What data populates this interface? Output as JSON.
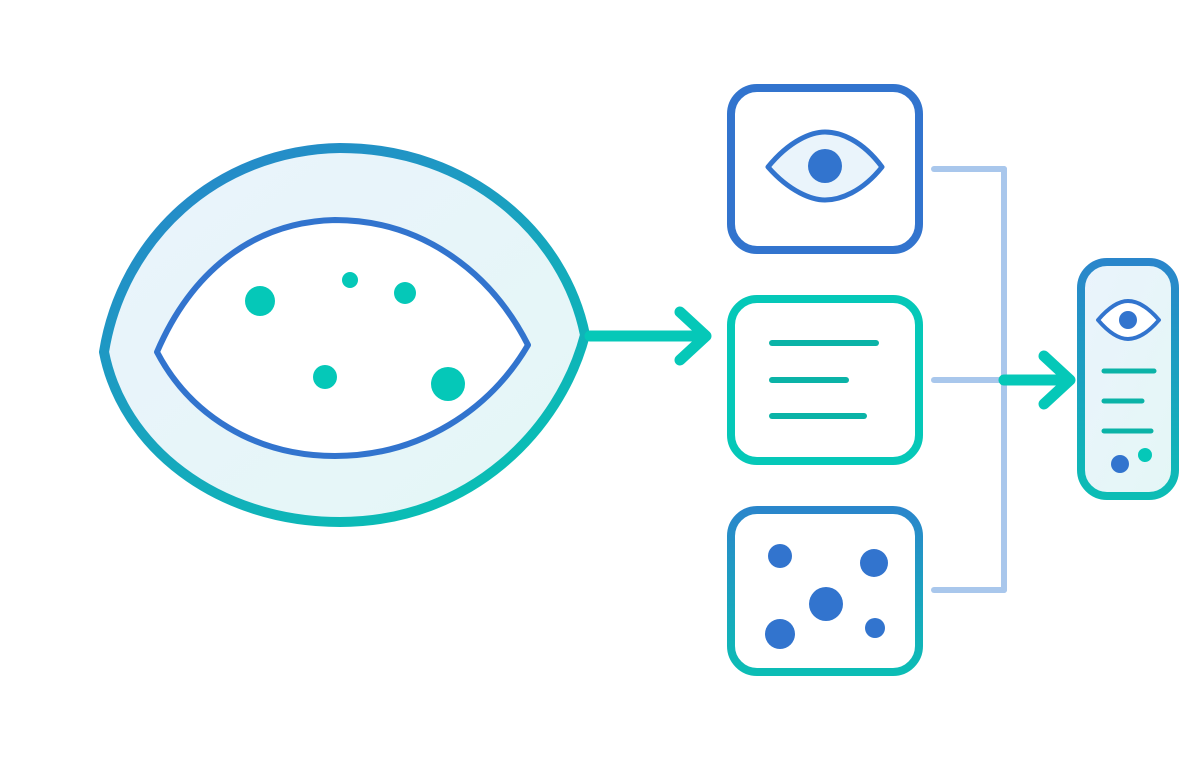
{
  "diagram": {
    "background": "#ffffff",
    "colors": {
      "blue": "#3274CE",
      "teal": "#05C8B8",
      "teal_dark": "#0BB3A7",
      "connector": "#A9C7EC",
      "fill_light": "#EAF4FB"
    },
    "source": {
      "icon": "eye-with-dots-icon",
      "dot_count": 5
    },
    "panels": [
      {
        "icon": "eye-icon",
        "border": "blue"
      },
      {
        "icon": "text-lines-icon",
        "border": "teal",
        "line_count": 3
      },
      {
        "icon": "dots-icon",
        "border": "blue-teal",
        "dot_count": 5
      }
    ],
    "result": {
      "icon": "summary-card-icon",
      "contains": [
        "eye-icon",
        "text-lines-icon",
        "dots-icon"
      ]
    },
    "arrows": [
      {
        "from": "source",
        "to": "panels"
      },
      {
        "from": "panels",
        "to": "result"
      }
    ]
  }
}
